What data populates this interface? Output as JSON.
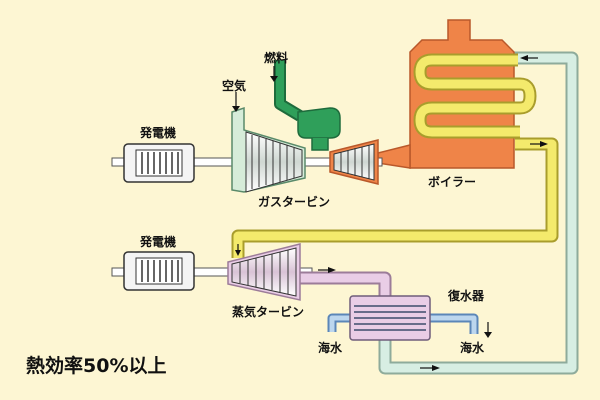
{
  "labels": {
    "generator_top": "発電機",
    "air": "空気",
    "fuel": "燃料",
    "gas_turbine": "ガスタービン",
    "boiler": "ボイラー",
    "generator_bottom": "発電機",
    "steam_turbine": "蒸気タービン",
    "condenser": "復水器",
    "seawater_in": "海水",
    "seawater_out": "海水",
    "efficiency": "熱効率50%以上"
  },
  "colors": {
    "background": "#fdf6d3",
    "boiler": "#ef8448",
    "fuel": "#2f9f5a",
    "gas_turbine_body": "#d6ecd9",
    "steam_turbine_body": "#e9cde6",
    "steam_pipe": "#f4ea6c",
    "water_pipe": "#d7eee3",
    "generator": "#f4f4f4"
  }
}
